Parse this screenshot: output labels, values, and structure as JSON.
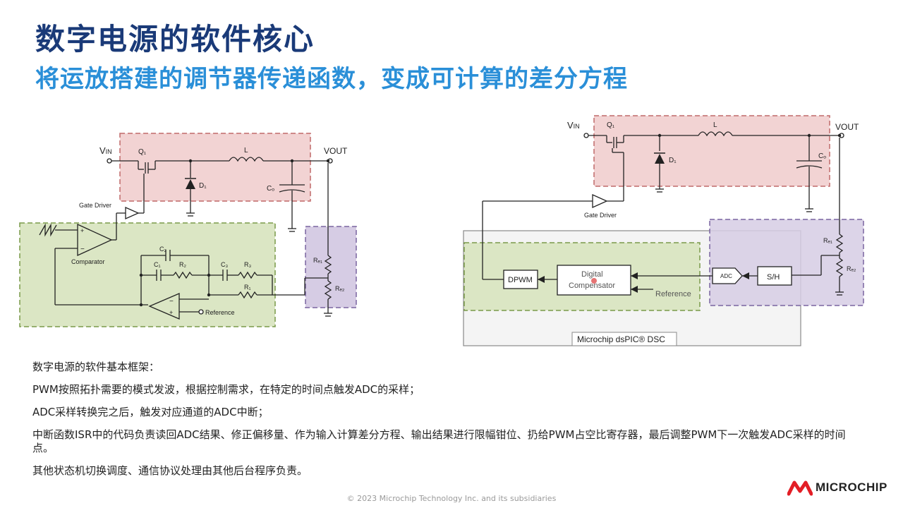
{
  "slide": {
    "title": "数字电源的软件核心",
    "subtitle": "将运放搭建的调节器传递函数，变成可计算的差分方程"
  },
  "left_diagram": {
    "vin": "V",
    "vin_sub": "IN",
    "vout": "VOUT",
    "q1": "Q₁",
    "l": "L",
    "d1": "D₁",
    "co": "Cₒ",
    "gate_driver": "Gate Driver",
    "comparator": "Comparator",
    "c1": "C₁",
    "c2": "C₂",
    "c3": "C₃",
    "r1": "R₁",
    "r2": "R₂",
    "r3": "R₃",
    "rf1": "Rₑ₁",
    "rf2": "Rₑ₂",
    "reference": "Reference"
  },
  "right_diagram": {
    "vin": "V",
    "vin_sub": "IN",
    "vout": "VOUT",
    "q1": "Q₁",
    "l": "L",
    "d1": "D₁",
    "co": "Cₒ",
    "gate_driver": "Gate Driver",
    "dpwm": "DPWM",
    "digital": "Digital",
    "compensator": "Compensator",
    "reference": "Reference",
    "adc": "ADC",
    "sh": "S/H",
    "rf1": "Rₑ₁",
    "rf2": "Rₑ₂",
    "dsc_label": "Microchip dsPIC® DSC"
  },
  "body": {
    "p1": "数字电源的软件基本框架：",
    "p2": "PWM按照拓扑需要的模式发波，根据控制需求，在特定的时间点触发ADC的采样；",
    "p3": "ADC采样转换完之后，触发对应通道的ADC中断；",
    "p4": "中断函数ISR中的代码负责读回ADC结果、修正偏移量、作为输入计算差分方程、输出结果进行限幅钳位、扔给PWM占空比寄存器，最后调整PWM下一次触发ADC采样的时间点。",
    "p5": "其他状态机切换调度、通信协议处理由其他后台程序负责。"
  },
  "footer": "© 2023 Microchip Technology Inc. and its subsidiaries",
  "logo": "MICROCHIP",
  "colors": {
    "title": "#1a3a78",
    "subtitle": "#2a8fd8",
    "power_stage_fill": "#f2d3d3",
    "power_stage_border": "#c06a6a",
    "controller_fill": "#dbe6c4",
    "controller_border": "#7a9a4a",
    "feedback_fill": "#d6cce4",
    "feedback_border": "#7a65a0",
    "dsc_border": "#8a8a8a"
  }
}
